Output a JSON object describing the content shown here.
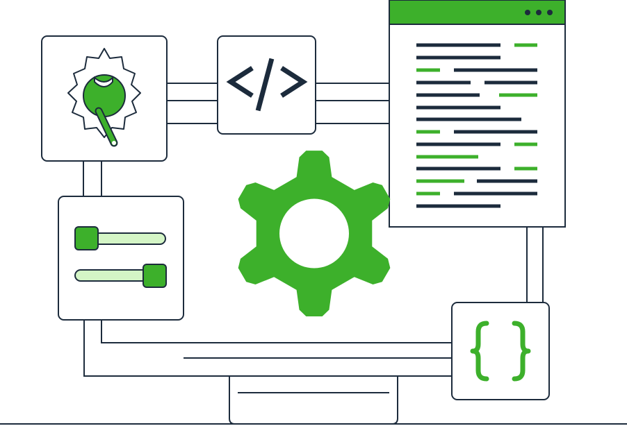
{
  "palette": {
    "green": "#3db02b",
    "light_green": "#d4f5c6",
    "navy": "#1c2b3c",
    "white": "#ffffff"
  },
  "panels": {
    "gear_wrench": {
      "icons": [
        "gear-outline-icon",
        "wrench-icon"
      ]
    },
    "code_tag": {
      "glyph": "</>"
    },
    "sliders": {
      "items": [
        {
          "name": "slider-top",
          "value": 0.0
        },
        {
          "name": "slider-bottom",
          "value": 1.0
        }
      ]
    },
    "code_window": {
      "titlebar_dots": 3,
      "icon": "code-document-icon"
    },
    "braces": {
      "glyph": "{ }"
    }
  },
  "center": {
    "icon": "big-gear-icon"
  }
}
